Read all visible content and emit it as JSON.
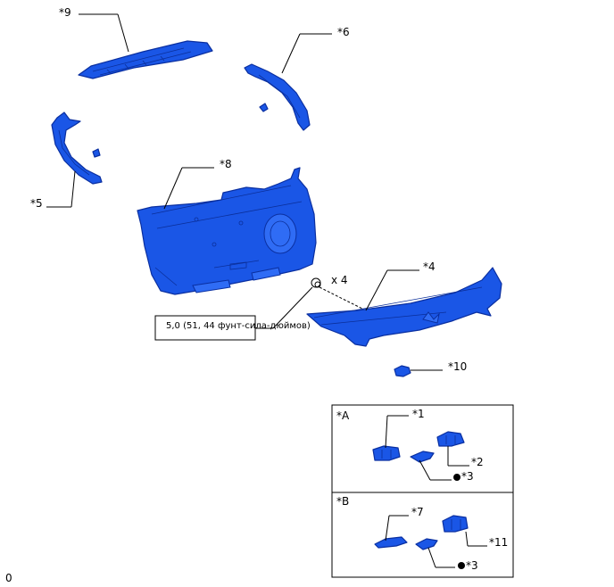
{
  "callouts": {
    "c9": "*9",
    "c6": "*6",
    "c5": "*5",
    "c8": "*8",
    "c4": "*4",
    "c10": "*10",
    "c1": "*1",
    "c2": "*2",
    "c3a": "*3",
    "c7": "*7",
    "c11": "*11",
    "c3b": "*3"
  },
  "clip_qty": "x 4",
  "torque_spec": "5,0 (51, 44 фунт-сила-дюймов)",
  "inset_a_label": "*A",
  "inset_b_label": "*B",
  "corner_code": "0",
  "colors": {
    "part_fill": "#1a56e6",
    "part_stroke": "#0a2fa0"
  }
}
